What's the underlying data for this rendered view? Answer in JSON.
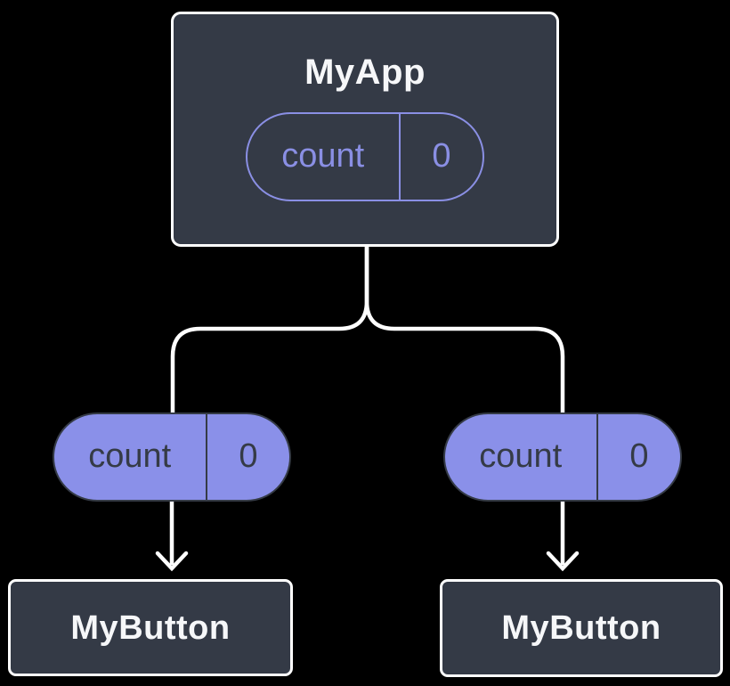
{
  "diagram": {
    "root": {
      "title": "MyApp",
      "state": {
        "name": "count",
        "value": "0"
      }
    },
    "children": [
      {
        "prop": {
          "name": "count",
          "value": "0"
        },
        "title": "MyButton"
      },
      {
        "prop": {
          "name": "count",
          "value": "0"
        },
        "title": "MyButton"
      }
    ],
    "colors": {
      "background": "#000000",
      "box_fill": "#343A46",
      "box_border": "#FFFFFF",
      "box_text": "#F6F7F9",
      "pill_fill": "#8A90E9",
      "pill_outline_purple": "#8A8FE4",
      "pill_dark": "#353B46",
      "connector": "#FFFFFF"
    }
  }
}
